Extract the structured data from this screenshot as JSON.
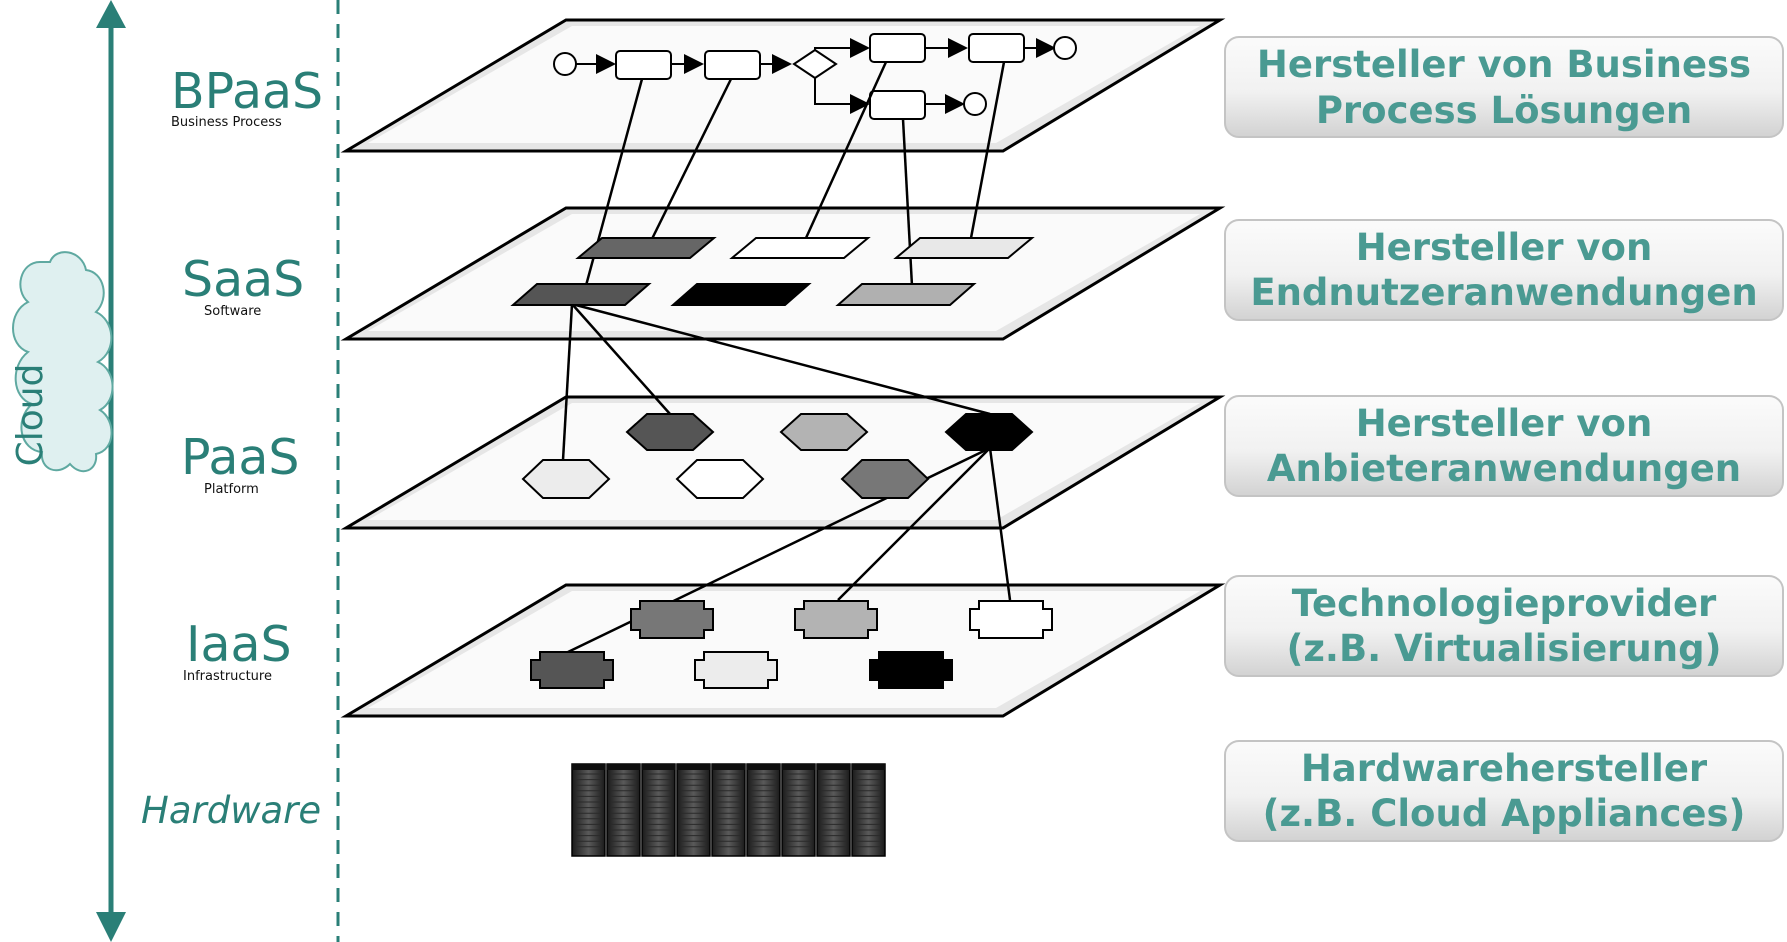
{
  "axis": {
    "label": "Cloud"
  },
  "layers": [
    {
      "abbr": "BPaaS",
      "subtitle": "Business Process"
    },
    {
      "abbr": "SaaS",
      "subtitle": "Software"
    },
    {
      "abbr": "PaaS",
      "subtitle": "Platform"
    },
    {
      "abbr": "IaaS",
      "subtitle": "Infrastructure"
    },
    {
      "abbr": "Hardware",
      "subtitle": ""
    }
  ],
  "vendors": [
    {
      "line1": "Hersteller von Business",
      "line2": "Process Lösungen"
    },
    {
      "line1": "Hersteller von",
      "line2": "Endnutzeranwendungen"
    },
    {
      "line1": "Hersteller von",
      "line2": "Anbieteranwendungen"
    },
    {
      "line1": "Technologieprovider",
      "line2": "(z.B. Virtualisierung)"
    },
    {
      "line1": "Hardwarehersteller",
      "line2": "(z.B. Cloud Appliances)"
    }
  ],
  "colors": {
    "accent": "#2a7f77",
    "vendor_text": "#4a9a92",
    "cloud_fill": "#dff0f0",
    "plane_fill": "#f4f4f4"
  },
  "saas_tiles": [
    "#666666",
    "#ffffff",
    "#e8e8e8",
    "#555555",
    "#000000",
    "#b0b0b0"
  ],
  "paas_hexagons": [
    "#555555",
    "#b3b3b3",
    "#000000",
    "#ececec",
    "#ffffff",
    "#777777"
  ],
  "iaas_blocks": [
    "#777777",
    "#b3b3b3",
    "#ffffff",
    "#555555",
    "#ececec",
    "#000000"
  ],
  "hardware": {
    "server_racks": 9
  },
  "icons": [
    "up-down-arrow-icon",
    "cloud-icon",
    "server-rack-icon"
  ]
}
